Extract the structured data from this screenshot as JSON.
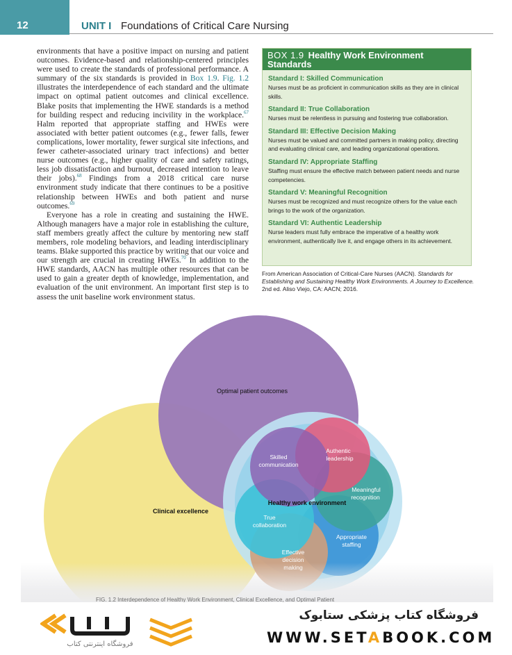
{
  "header": {
    "page_number": "12",
    "unit": "UNIT I",
    "title": "Foundations of Critical Care Nursing"
  },
  "body": {
    "p1_a": "environments that have a positive impact on nursing and patient outcomes. Evidence-based and relationship-centered principles were used to create the standards of professional performance. A summary of the six standards is provided in ",
    "p1_ref_box": "Box 1.9",
    "p1_b": ". ",
    "p1_ref_fig": "Fig. 1.2",
    "p1_c": " illustrates the interdependence of each standard and the ultimate impact on optimal patient outcomes and clinical excellence. Blake posits that implementing the HWE standards is a method for building respect and reducing incivility in the workplace.",
    "p1_sup1": "67",
    "p1_d": " Halm reported that appropriate staffing and HWEs were associated with better patient outcomes (e.g., fewer falls, fewer complications, lower mortality, fewer surgical site infections, and fewer catheter-associated urinary tract infections) and better nurse outcomes (e.g., higher quality of care and safety ratings, less job dissatisfaction and burnout, decreased intention to leave their jobs).",
    "p1_sup2": "68",
    "p1_e": " Findings from a 2018 critical care nurse environment study indicate that there continues to be a positive relationship between HWEs and both patient and nurse outcomes.",
    "p1_sup3": "69",
    "p2_a": "Everyone has a role in creating and sustaining the HWE. Although managers have a major role in establishing the culture, staff members greatly affect the culture by mentoring new staff members, role modeling behaviors, and leading interdisciplinary teams. Blake supported this practice by writing that our voice and our strength are crucial in creating HWEs.",
    "p2_sup": "70",
    "p2_b": " In addition to the HWE standards, AACN has multiple other resources that can be used to gain a greater depth of knowledge, implementation, and evaluation of the unit environment. An important first step is to assess the unit baseline work environment status."
  },
  "box": {
    "label": "BOX 1.9",
    "title_line1": "Healthy Work Environment",
    "title_line2": "Standards",
    "standards": [
      {
        "title": "Standard I: Skilled Communication",
        "text": "Nurses must be as proficient in communication skills as they are in clinical skills."
      },
      {
        "title": "Standard II: True Collaboration",
        "text": "Nurses must be relentless in pursuing and fostering true collaboration."
      },
      {
        "title": "Standard III: Effective Decision Making",
        "text": "Nurses must be valued and committed partners in making policy, directing and evaluating clinical care, and leading organizational operations."
      },
      {
        "title": "Standard IV: Appropriate Staffing",
        "text": "Staffing must ensure the effective match between patient needs and nurse competencies."
      },
      {
        "title": "Standard V: Meaningful Recognition",
        "text": "Nurses must be recognized and must recognize others for the value each brings to the work of the organization."
      },
      {
        "title": "Standard VI: Authentic Leadership",
        "text": "Nurse leaders must fully embrace the imperative of a healthy work environment, authentically live it, and engage others in its achievement."
      }
    ],
    "source_a": "From American Association of Critical-Care Nurses (AACN). ",
    "source_italic": "Standards for Establishing and Sustaining Healthy Work Environments. A Journey to Excellence.",
    "source_b": " 2nd ed. Aliso Viejo, CA: AACN; 2016."
  },
  "figure": {
    "labels": {
      "optimal": "Optimal patient outcomes",
      "clinical": "Clinical excellence",
      "hwe": "Healthy work environment",
      "skilled_1": "Skilled",
      "skilled_2": "communication",
      "authentic_1": "Authentic",
      "authentic_2": "leadership",
      "meaningful_1": "Meaningful",
      "meaningful_2": "recognition",
      "true_1": "True",
      "true_2": "collaboration",
      "staffing_1": "Appropriate",
      "staffing_2": "staffing",
      "decision_1": "Effective",
      "decision_2": "decision",
      "decision_3": "making"
    },
    "colors": {
      "optimal": "#9b7bb8",
      "clinical": "#f3e58f",
      "hwe_ring": "#bfe3f2",
      "hwe_inner": "#8fd0ea",
      "skilled": "#8c5fb0",
      "authentic": "#e5577a",
      "meaningful": "#3ea39b",
      "true": "#3fc1d8",
      "staffing": "#3a93d6",
      "decision": "#cf9e7c"
    },
    "caption": "FIG. 1.2 Interdependence of Healthy Work Environment, Clinical Excellence, and Optimal Patient"
  },
  "banner": {
    "persian_title": "فروشگاه کتاب پزشکی ستابوک",
    "site_a": "WWW.SET",
    "site_o": "A",
    "site_b": "BOOK.COM",
    "logo_text": "فروشگاه اینترنتی کتاب"
  }
}
